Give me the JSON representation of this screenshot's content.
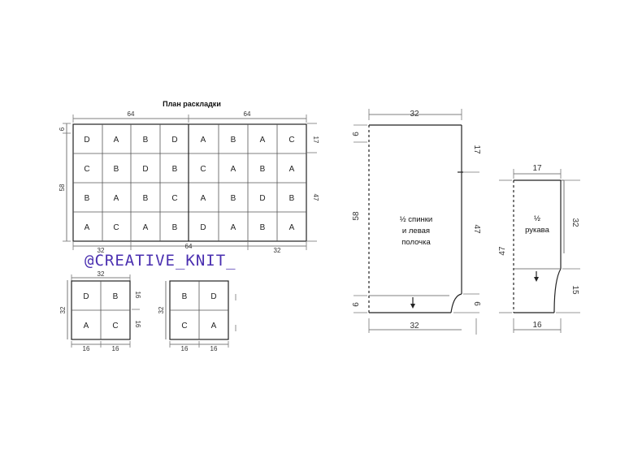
{
  "layout_title": "План раскладки",
  "watermark": "@CREATIVE_KNIT_",
  "main_grid": {
    "rows": [
      [
        "D",
        "A",
        "B",
        "D",
        "A",
        "B",
        "A",
        "C"
      ],
      [
        "C",
        "B",
        "D",
        "B",
        "C",
        "A",
        "B",
        "A"
      ],
      [
        "B",
        "A",
        "B",
        "C",
        "A",
        "B",
        "D",
        "B"
      ],
      [
        "A",
        "C",
        "A",
        "B",
        "D",
        "A",
        "B",
        "A"
      ]
    ],
    "top_dims": [
      "64",
      "64"
    ],
    "bottom_dims": [
      "32",
      "64",
      "32"
    ],
    "left_dims": [
      "6",
      "58"
    ],
    "right_dims": [
      "17",
      "47"
    ]
  },
  "small_grid_1": {
    "rows": [
      [
        "D",
        "B"
      ],
      [
        "A",
        "C"
      ]
    ],
    "top_dim": "32",
    "left_dim": "32",
    "right_dims": [
      "16",
      "16"
    ],
    "bottom_dims": [
      "16",
      "16"
    ]
  },
  "small_grid_2": {
    "rows": [
      [
        "B",
        "D"
      ],
      [
        "C",
        "A"
      ]
    ],
    "left_dim": "32",
    "bottom_dims": [
      "16",
      "16"
    ]
  },
  "back_piece": {
    "label_lines": [
      "½ спинки",
      "и левая",
      "полочка"
    ],
    "top_dim": "32",
    "bottom_dim": "32",
    "left_dims": [
      "6",
      "58",
      "6"
    ],
    "right_dims": [
      "17",
      "47",
      "6"
    ]
  },
  "sleeve_piece": {
    "label_lines": [
      "½",
      "рукава"
    ],
    "top_dim": "17",
    "bottom_dim": "16",
    "left_dim": "47",
    "right_dims": [
      "32",
      "15"
    ]
  }
}
